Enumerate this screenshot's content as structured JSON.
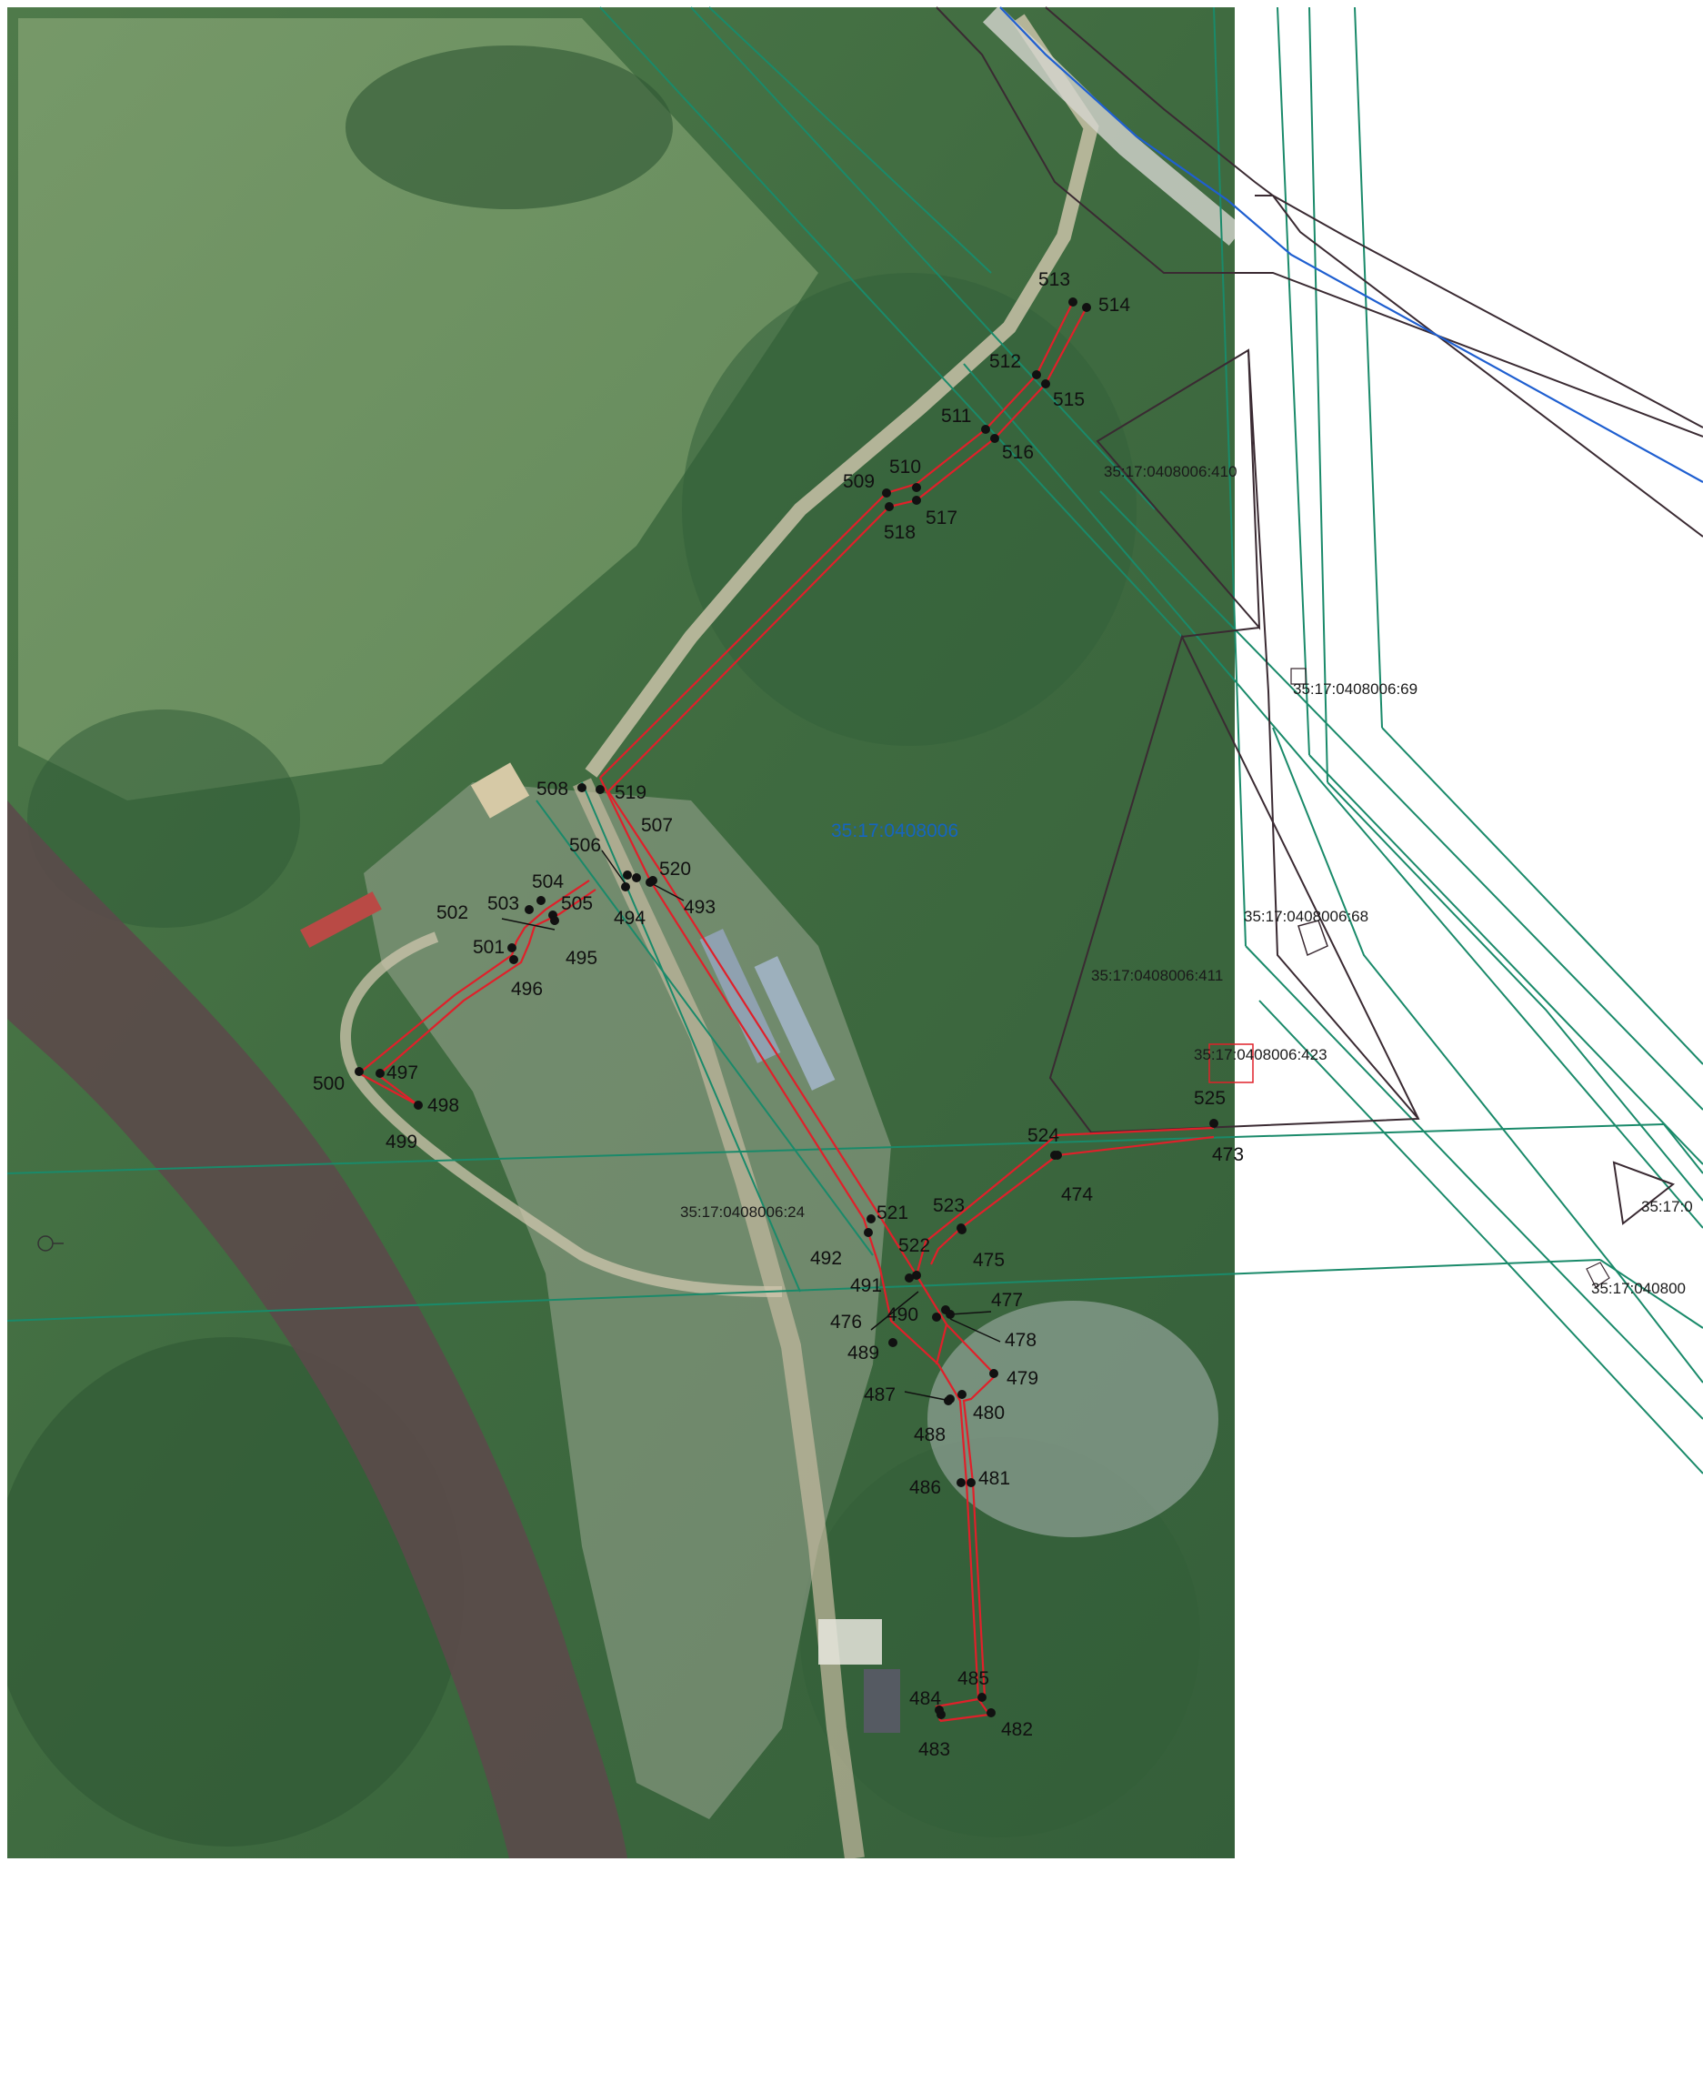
{
  "colors": {
    "boundary_red": "#e0202a",
    "cadastral_green": "#1a8a6a",
    "parcel_dark": "#3a2a32",
    "river_blue": "#1f5fd0",
    "quarter_label_blue": "#1565c0",
    "point_black": "#111111"
  },
  "quarter_label": "35:17:0408006",
  "parcel_labels": {
    "p410": "35:17:0408006:410",
    "p69": "35:17:0408006:69",
    "p68": "35:17:0408006:68",
    "p411": "35:17:0408006:411",
    "p423": "35:17:0408006:423",
    "p24": "35:17:0408006:24",
    "pcut1": "35:17:0",
    "pcut2": "35:17:040800"
  },
  "points": {
    "p473": "473",
    "p474": "474",
    "p475": "475",
    "p476": "476",
    "p477": "477",
    "p478": "478",
    "p479": "479",
    "p480": "480",
    "p481": "481",
    "p482": "482",
    "p483": "483",
    "p484": "484",
    "p485": "485",
    "p486": "486",
    "p487": "487",
    "p488": "488",
    "p489": "489",
    "p490": "490",
    "p491": "491",
    "p492": "492",
    "p493": "493",
    "p494": "494",
    "p495": "495",
    "p496": "496",
    "p497": "497",
    "p498": "498",
    "p499": "499",
    "p500": "500",
    "p501": "501",
    "p502": "502",
    "p503": "503",
    "p504": "504",
    "p505": "505",
    "p506": "506",
    "p507": "507",
    "p508": "508",
    "p509": "509",
    "p510": "510",
    "p511": "511",
    "p512": "512",
    "p513": "513",
    "p514": "514",
    "p515": "515",
    "p516": "516",
    "p517": "517",
    "p518": "518",
    "p519": "519",
    "p520": "520",
    "p521": "521",
    "p522": "522",
    "p523": "523",
    "p524": "524",
    "p525": "525"
  }
}
